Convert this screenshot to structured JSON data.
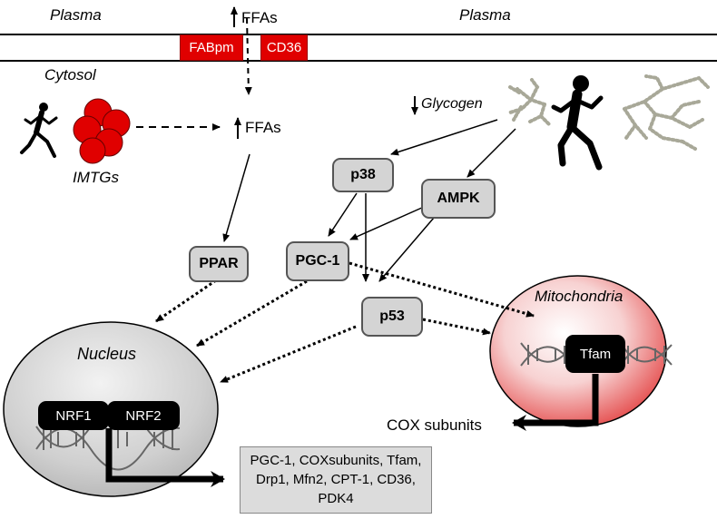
{
  "membrane": {
    "plasma_left": "Plasma",
    "plasma_right": "Plasma",
    "cytosol": "Cytosol",
    "transporter_1": "FABpm",
    "transporter_2": "CD36",
    "ffas_top": "FFAs",
    "ffas_mid": "FFAs"
  },
  "inputs": {
    "imtgs": "IMTGs",
    "glycogen": "Glycogen"
  },
  "signaling": {
    "p38": "p38",
    "ampk": "AMPK",
    "ppar": "PPAR",
    "pgc1": "PGC-1",
    "p53": "p53"
  },
  "nucleus": {
    "label": "Nucleus",
    "nrf1": "NRF1",
    "nrf2": "NRF2"
  },
  "mitochondria": {
    "label": "Mitochondria",
    "tfam": "Tfam",
    "output": "COX subunits"
  },
  "target_genes": "PGC-1, COXsubunits, Tfam, Drp1, Mfn2, CPT-1, CD36, PDK4",
  "colors": {
    "transporter": "#e00000",
    "node_fill": "#d4d4d4",
    "fat_droplet": "#e00000",
    "mito_highlight": "#ffffff",
    "mito_edge": "#e03030",
    "nucleus_fill": "#c8c8c8"
  },
  "icons": [
    "runner-icon",
    "runner-icon",
    "fat-droplets-icon",
    "glycogen-branch-icon",
    "dna-helix-icon"
  ]
}
